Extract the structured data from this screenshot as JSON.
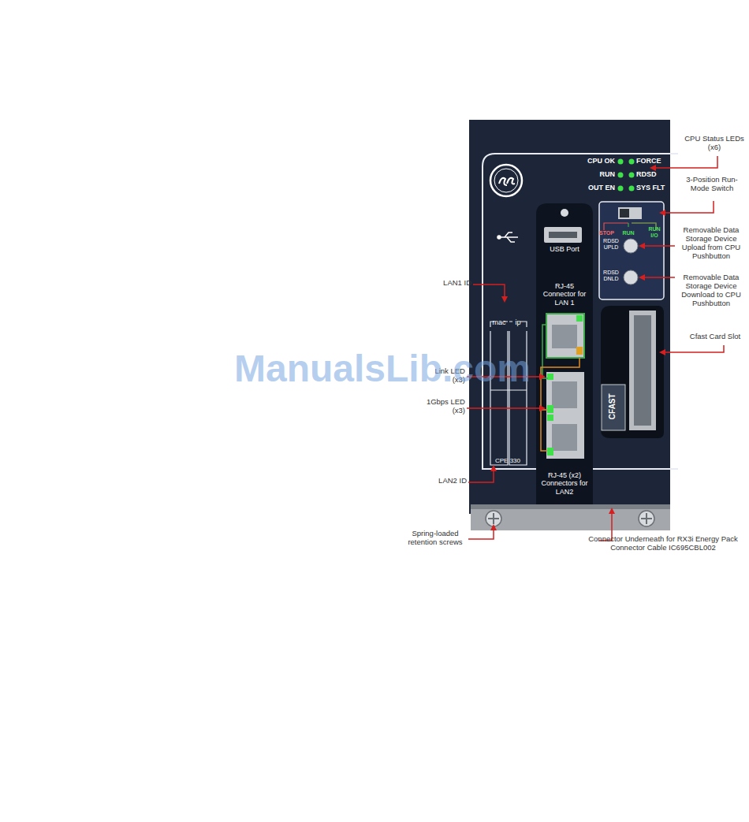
{
  "diagram": {
    "labels": [
      "CPU OK",
      "FORCE",
      "RUN",
      "RDSD",
      "OUT EN",
      "SYS FLT",
      "USB Port",
      "RJ-45 Connector for LAN 1",
      "STOP",
      "RUN",
      "RUN I/O",
      "RDSD UPLD",
      "RDSD DNLD",
      "CFAST",
      "mac",
      "ip",
      "CPE 330",
      "RJ-45 (x2) Connectors for LAN2",
      "CPU Status LEDs (x6)",
      "3-Position Run-Mode Switch",
      "Removable Data Storage Device Upload from CPU Pushbutton",
      "Removable Data Storage Device Download to CPU Pushbutton",
      "Cfast Card Slot",
      "LAN1 ID",
      "Link LED (x3)",
      "1Gbps LED (x3)",
      "LAN2 ID",
      "Spring-loaded retention screws",
      "Connector Underneath for RX3i Energy Pack Connector Cable IC695CBL002",
      "ManualsLib.com"
    ]
  }
}
